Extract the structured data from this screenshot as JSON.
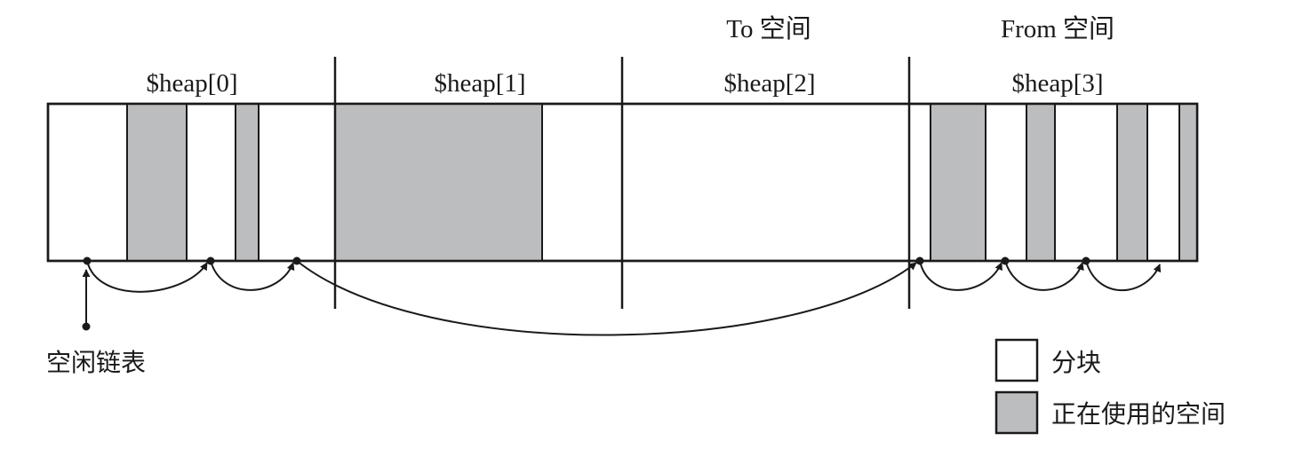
{
  "space_labels": {
    "to_space": "To 空间",
    "from_space": "From 空间"
  },
  "heaps": [
    {
      "label": "$heap[0]"
    },
    {
      "label": "$heap[1]"
    },
    {
      "label": "$heap[2]"
    },
    {
      "label": "$heap[3]"
    }
  ],
  "free_list_label": "空闲链表",
  "legend": {
    "chunk": "分块",
    "in_use": "正在使用的空间"
  },
  "colors": {
    "in_use_fill": "#bcbdbf",
    "chunk_fill": "#ffffff",
    "stroke": "#1a1a1a"
  }
}
